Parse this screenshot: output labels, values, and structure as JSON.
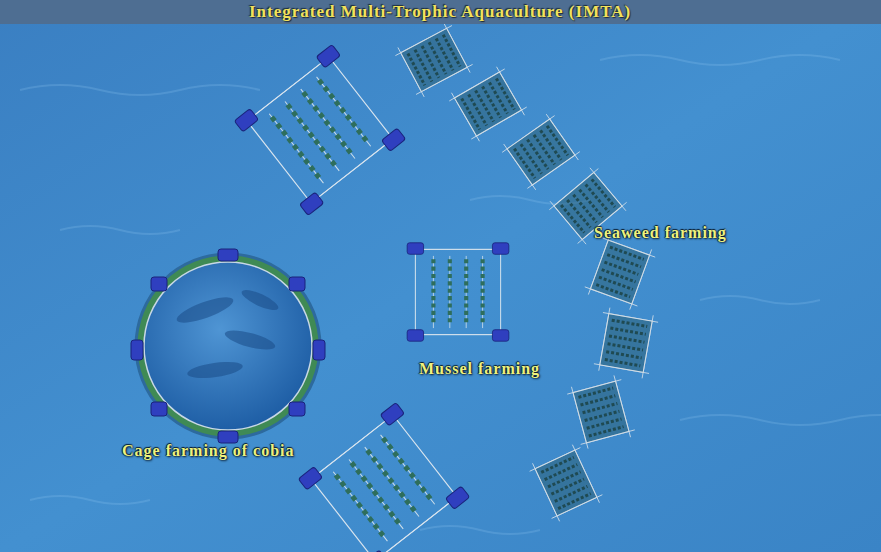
{
  "diagram": {
    "title": "Integrated Multi-Trophic Aquaculture (IMTA)",
    "labels": [
      "Seaweed farming",
      "Mussel farming",
      "Cage farming of cobia"
    ]
  }
}
